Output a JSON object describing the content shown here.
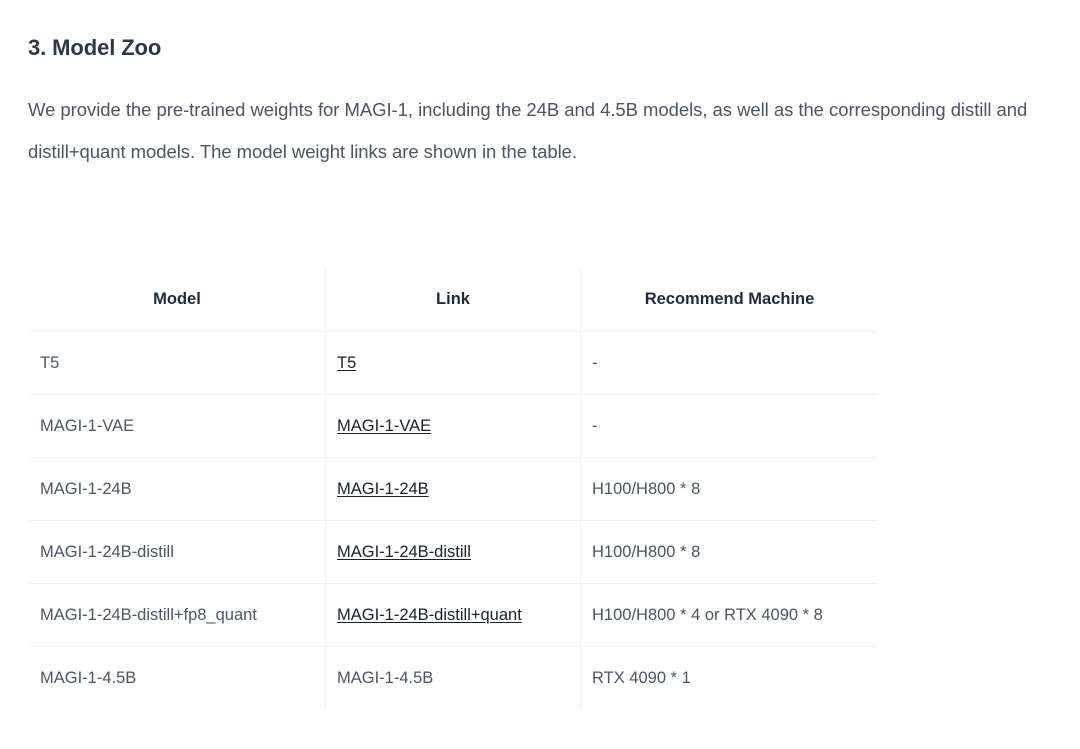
{
  "section": {
    "heading": "3. Model Zoo",
    "paragraph": "We provide the pre-trained weights for MAGI-1, including the 24B and 4.5B models, as well as the corresponding distill and distill+quant models. The model weight links are shown in the table."
  },
  "table": {
    "columns": [
      "Model",
      "Link",
      "Recommend Machine"
    ],
    "rows": [
      {
        "model": "T5",
        "link_text": "T5",
        "link_is_link": true,
        "recommend": "-"
      },
      {
        "model": "MAGI-1-VAE",
        "link_text": "MAGI-1-VAE",
        "link_is_link": true,
        "recommend": "-"
      },
      {
        "model": "MAGI-1-24B",
        "link_text": "MAGI-1-24B",
        "link_is_link": true,
        "recommend": "H100/H800 * 8"
      },
      {
        "model": "MAGI-1-24B-distill",
        "link_text": "MAGI-1-24B-distill",
        "link_is_link": true,
        "recommend": "H100/H800 * 8"
      },
      {
        "model": "MAGI-1-24B-distill+fp8_quant",
        "link_text": "MAGI-1-24B-distill+quant",
        "link_is_link": true,
        "recommend": "H100/H800 * 4 or RTX 4090 * 8"
      },
      {
        "model": "MAGI-1-4.5B",
        "link_text": "MAGI-1-4.5B",
        "link_is_link": false,
        "recommend": "RTX 4090 * 1"
      }
    ]
  },
  "colors": {
    "background": "#ffffff",
    "heading_text": "#2d3748",
    "body_text": "#4a5568",
    "header_text": "#1f2a3c",
    "link_text": "#1a202c",
    "border": "#edf0f4"
  }
}
